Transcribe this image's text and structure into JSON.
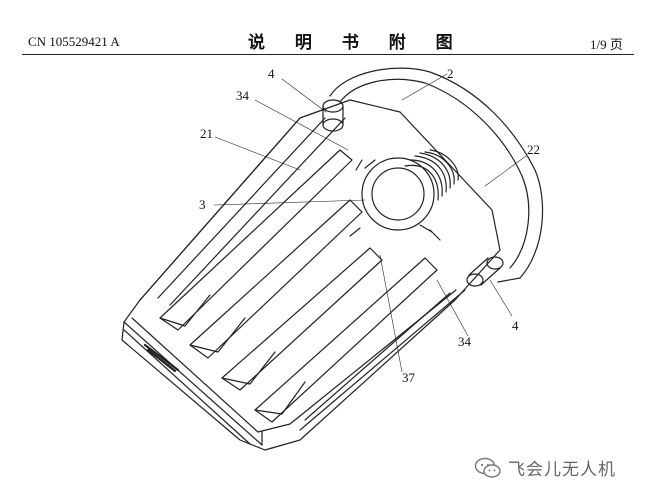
{
  "header": {
    "publication_number": "CN 105529421 A",
    "title": "说 明 书 附 图",
    "page": "1/9 页"
  },
  "figure": {
    "reference_labels": [
      {
        "id": "ref-4-top",
        "text": "4"
      },
      {
        "id": "ref-2",
        "text": "2"
      },
      {
        "id": "ref-34-top",
        "text": "34"
      },
      {
        "id": "ref-21",
        "text": "21"
      },
      {
        "id": "ref-22",
        "text": "22"
      },
      {
        "id": "ref-3",
        "text": "3"
      },
      {
        "id": "ref-4-bottom",
        "text": "4"
      },
      {
        "id": "ref-34-bottom",
        "text": "34"
      },
      {
        "id": "ref-37",
        "text": "37"
      }
    ]
  },
  "watermark": {
    "text": "飞会儿无人机",
    "icon": "wechat-icon"
  }
}
